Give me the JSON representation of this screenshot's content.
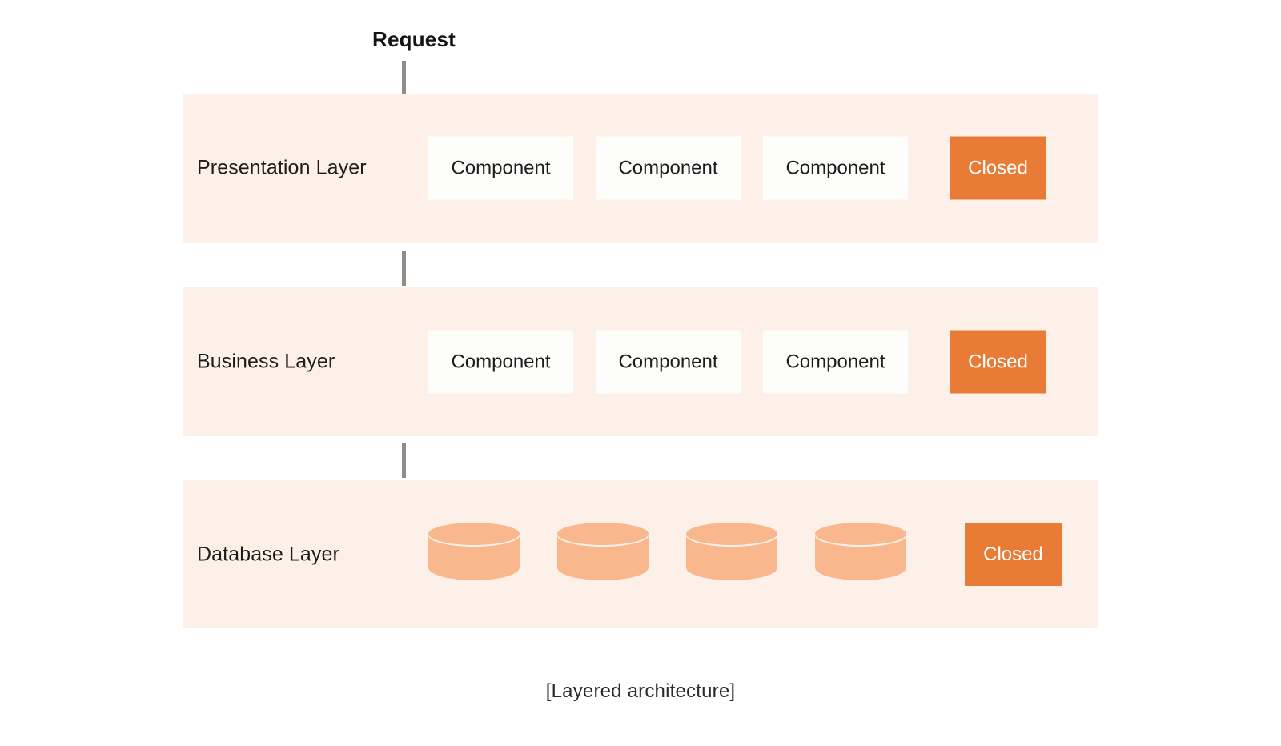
{
  "diagram": {
    "caption": "[Layered architecture]",
    "entry_label": "Request",
    "colors": {
      "page_background": "#ffffff",
      "layer_band": "#fdf0e8",
      "component_box": "#fdfdfb",
      "closed_box": "#e87b35",
      "closed_text": "#ffffff",
      "cylinder": "#f9b78d",
      "arrow": "#8f8c89",
      "text": "#1d1d1d"
    },
    "layers": [
      {
        "id": "presentation",
        "label": "Presentation Layer",
        "node_type": "component-box",
        "nodes": [
          {
            "label": "Component"
          },
          {
            "label": "Component"
          },
          {
            "label": "Component"
          }
        ],
        "closed_label": "Closed"
      },
      {
        "id": "business",
        "label": "Business Layer",
        "node_type": "component-box",
        "nodes": [
          {
            "label": "Component"
          },
          {
            "label": "Component"
          },
          {
            "label": "Component"
          }
        ],
        "closed_label": "Closed"
      },
      {
        "id": "database",
        "label": "Database Layer",
        "node_type": "cylinder",
        "nodes": [
          {
            "label": ""
          },
          {
            "label": ""
          },
          {
            "label": ""
          },
          {
            "label": ""
          }
        ],
        "closed_label": "Closed"
      }
    ],
    "arrows": [
      {
        "id": "request-to-presentation",
        "direction": "down"
      },
      {
        "id": "presentation-to-business",
        "direction": "down"
      },
      {
        "id": "business-to-database",
        "direction": "down"
      }
    ]
  }
}
